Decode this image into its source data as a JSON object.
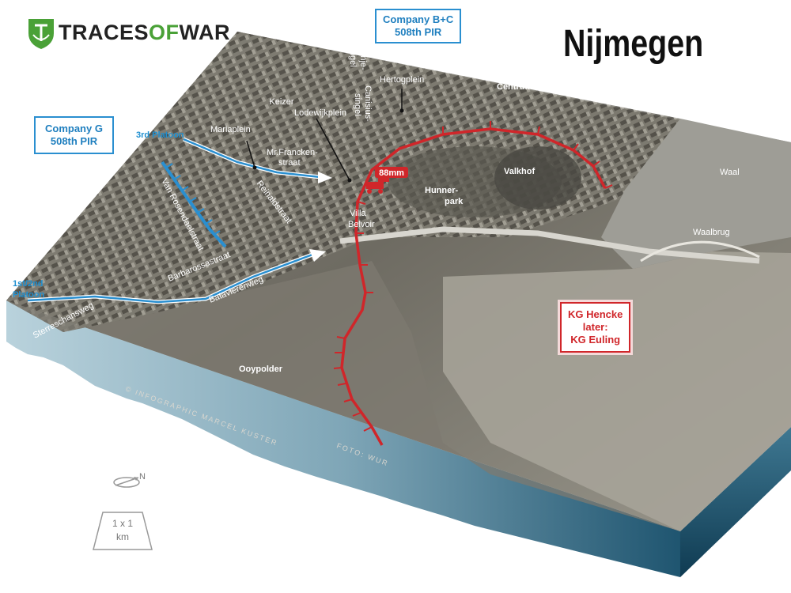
{
  "brand": {
    "prefix": "TRACES",
    "highlight": "OF",
    "suffix": "WAR"
  },
  "title": "Nijmegen",
  "units": {
    "company_bc": {
      "line1": "Company B+C",
      "line2": "508th PIR"
    },
    "company_g": {
      "line1": "Company G",
      "line2": "508th PIR"
    },
    "kg": {
      "line1": "KG Hencke",
      "line2": "later:",
      "line3": "KG Euling"
    }
  },
  "platoons": {
    "third": "3rd Platoon",
    "first_second_line1": "1st/2nd",
    "first_second_line2": "Platoon"
  },
  "weapon": "88mm",
  "places": {
    "orange_singel_1": "Oranje-",
    "orange_singel_2": "singel",
    "canisius_1": "Canisius-",
    "canisius_2": "singel",
    "hertogplein": "Hertogplein",
    "centrum": "Centrum",
    "keizer_1": "Keizer",
    "keizer_2": "Lodewijkplein",
    "mariaplein": "Mariaplein",
    "francken_1": "Mr.Francken-",
    "francken_2": "straat",
    "valkhof": "Valkhof",
    "waal": "Waal",
    "hunner_1": "Hunner-",
    "hunner_2": "park",
    "villa_1": "Villa",
    "villa_2": "Belvoir",
    "rosendaelstraat": "Van Rosendaelstraat",
    "reinaldstraat": "Reinaldstraat",
    "barbarossastraat": "Barbarossastraat",
    "waalbrug": "Waalbrug",
    "batavierenweg": "Batavierenweg",
    "sterreschansweg": "Sterreschansweg",
    "ooypolder": "Ooypolder"
  },
  "credits": {
    "infographic": "© INFOGRAPHIC MARCEL KUSTER",
    "photo": "FOTO: WUR"
  },
  "legend": {
    "north": "N",
    "scale_line1": "1 x 1",
    "scale_line2": "km"
  },
  "colors": {
    "allied": "#2a8fd0",
    "german": "#d0262a",
    "brand_green": "#4aa137",
    "water_side": "#2b5d78"
  }
}
